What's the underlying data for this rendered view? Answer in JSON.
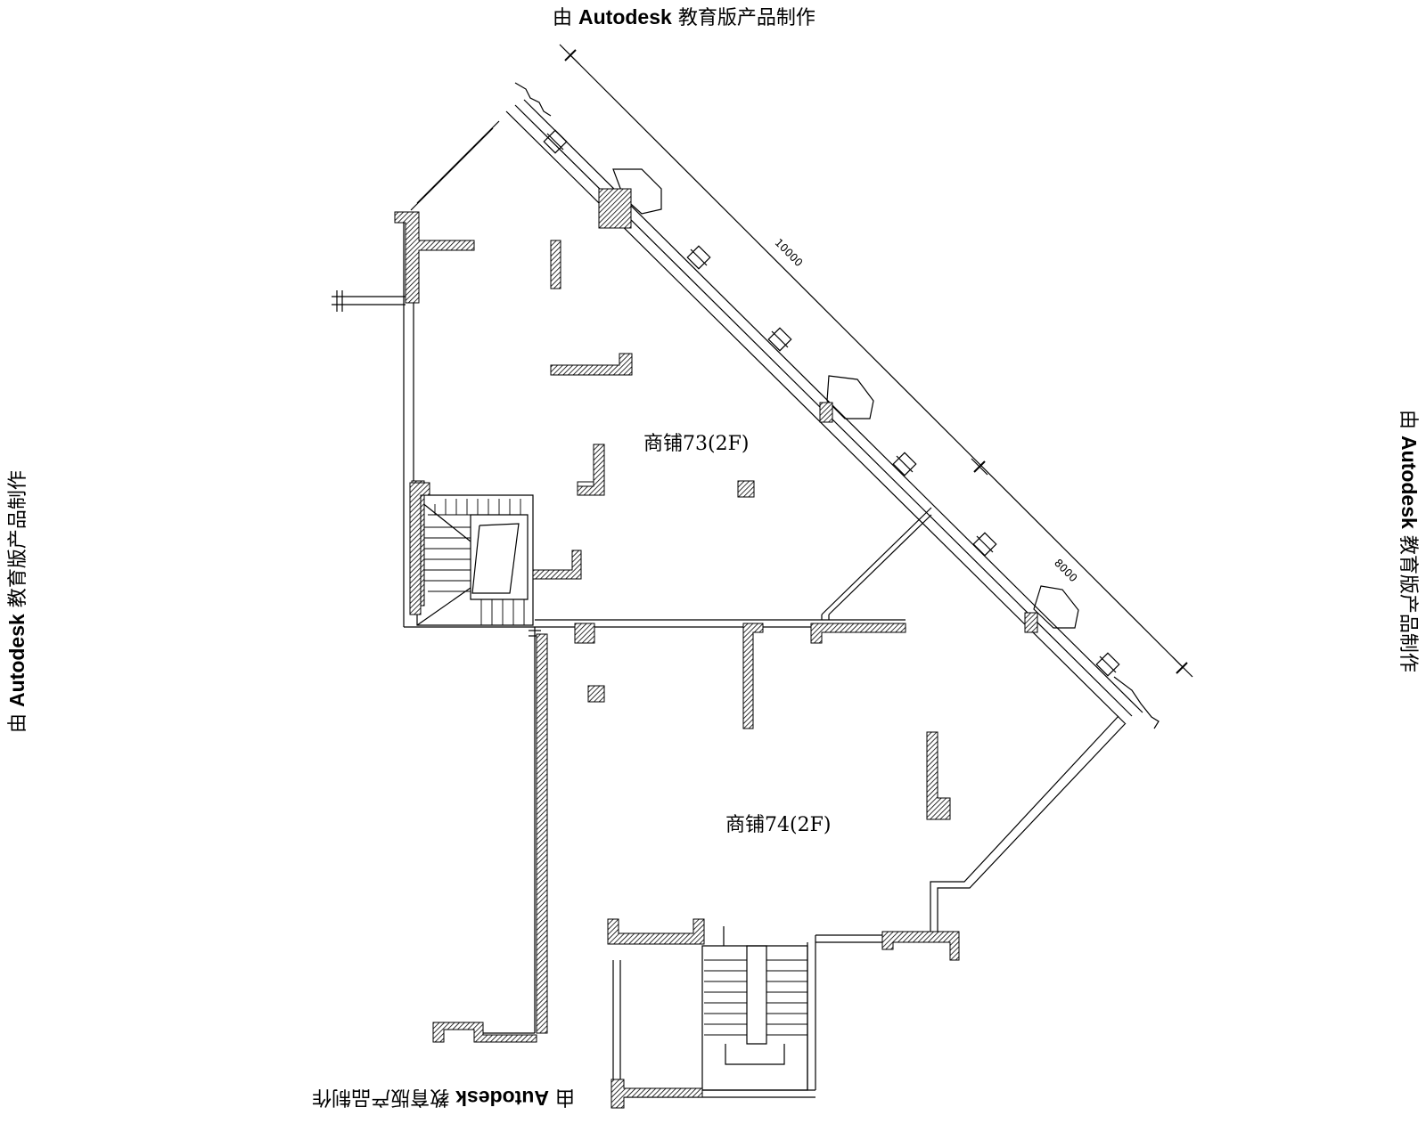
{
  "watermark": {
    "prefix": "由",
    "brand": "Autodesk",
    "suffix": "教育版产品制作"
  },
  "rooms": [
    {
      "label": "商铺73(2F)"
    },
    {
      "label": "商铺74(2F)"
    }
  ],
  "dimensions": [
    {
      "value": "10000"
    },
    {
      "value": "8000"
    }
  ],
  "colors": {
    "line": "#000000",
    "wall_hatch": "#000000",
    "background": "#ffffff"
  }
}
